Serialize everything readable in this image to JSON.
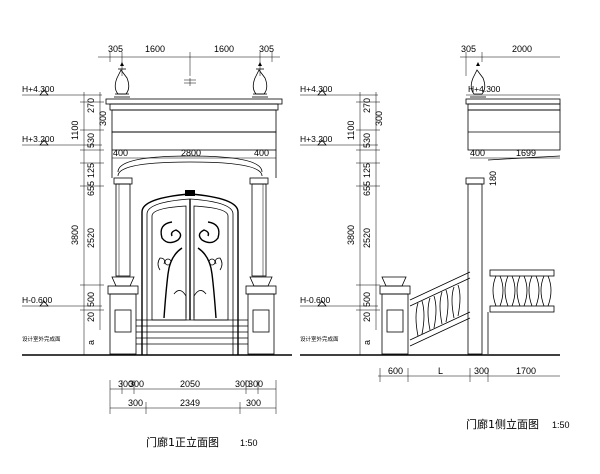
{
  "front_view": {
    "title": "门廊1正立面图",
    "scale": "1:50",
    "top_dims": [
      "305",
      "1600",
      "1600",
      "305"
    ],
    "level_labels": [
      "H+4.300",
      "H+3.200",
      "H-0.600"
    ],
    "left_dims": [
      "270",
      "1100",
      "530",
      "125",
      "655",
      "3800",
      "2520",
      "500",
      "20"
    ],
    "inner_dims": [
      "300",
      "a"
    ],
    "arch_dims": [
      "400",
      "2800",
      "400"
    ],
    "ground_note": "设计室外完成面",
    "bottom_dims_row1": [
      "300",
      "300",
      "2050",
      "300",
      "300"
    ],
    "bottom_dims_row2": [
      "300",
      "2349",
      "300"
    ]
  },
  "middle_view": {
    "level_labels": [
      "H+4.300",
      "H+3.200",
      "H-0.600"
    ],
    "left_dims": [
      "270",
      "1100",
      "530",
      "125",
      "655",
      "3800",
      "2520",
      "500",
      "20"
    ],
    "inner_dims": [
      "300",
      "a"
    ],
    "ground_note": "设计室外完成面"
  },
  "side_view": {
    "title": "门廊1侧立面图",
    "scale": "1:50",
    "top_dims": [
      "305",
      "2000"
    ],
    "level_labels": [
      "H+4.300"
    ],
    "left_dims": [
      "270",
      "300"
    ],
    "arch_dims": [
      "400",
      "1699"
    ],
    "small_dim": "180",
    "bottom_dims": [
      "600",
      "L",
      "300",
      "1700"
    ]
  }
}
